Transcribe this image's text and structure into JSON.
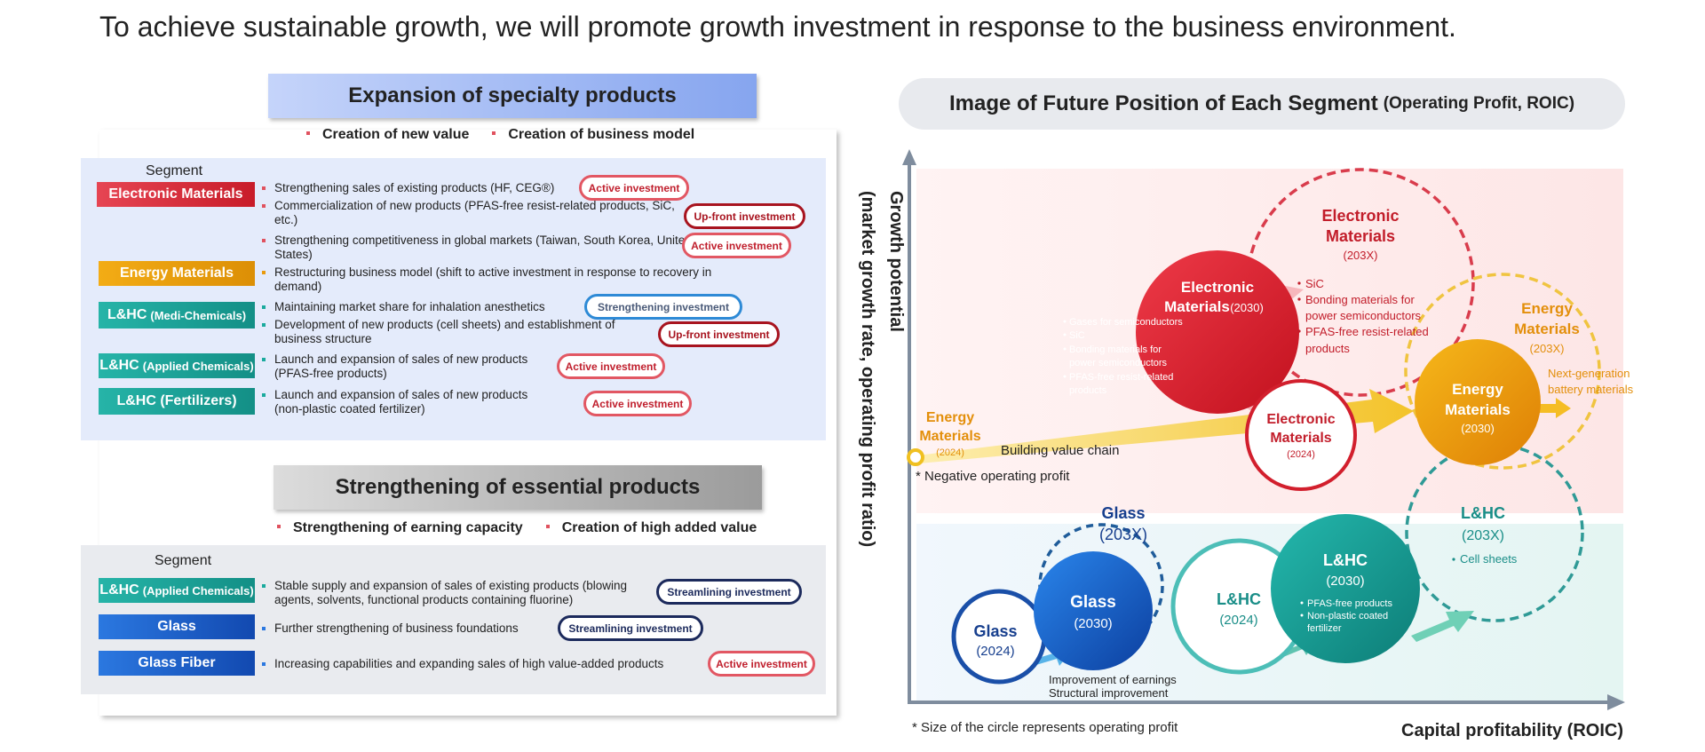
{
  "headline": "To achieve sustainable growth, we will promote growth investment in response to the business environment.",
  "specialty": {
    "title": "Expansion of specialty products",
    "sub1": "Creation of new value",
    "sub2": "Creation of business model",
    "segment_header": "Segment",
    "segments": {
      "electronic": "Electronic Materials",
      "energy": "Energy Materials",
      "lhc_medi": "L&HC",
      "lhc_medi_small": "(Medi-Chemicals)",
      "lhc_applied": "L&HC",
      "lhc_applied_small": "(Applied Chemicals)",
      "lhc_fert": "L&HC (Fertilizers)"
    },
    "items": [
      {
        "text": "Strengthening sales of existing products (HF, CEG®)",
        "pill": "Active investment"
      },
      {
        "text": "Commercialization of new products (PFAS-free resist-related products, SiC, etc.)",
        "pill": "Up-front investment"
      },
      {
        "text": "Strengthening competitiveness in global markets (Taiwan, South Korea, United States)",
        "pill": "Active investment"
      },
      {
        "text": "Restructuring business model (shift to active investment in response to recovery in demand)",
        "pill": ""
      },
      {
        "text": "Maintaining market share for inhalation anesthetics",
        "pill": "Strengthening investment"
      },
      {
        "text": "Development of new products (cell sheets) and establishment of business structure",
        "pill": "Up-front investment"
      },
      {
        "text": "Launch and expansion of sales of new products (PFAS-free products)",
        "pill": "Active investment"
      },
      {
        "text": "Launch and expansion of sales of new products (non-plastic coated fertilizer)",
        "pill": "Active investment"
      }
    ]
  },
  "essential": {
    "title": "Strengthening of essential products",
    "sub1": "Strengthening of earning capacity",
    "sub2": "Creation of high added value",
    "segment_header": "Segment",
    "segments": {
      "lhc_applied": "L&HC",
      "lhc_applied_small": "(Applied Chemicals)",
      "glass": "Glass",
      "glass_fiber": "Glass Fiber"
    },
    "items": [
      {
        "text": "Stable supply and expansion of sales of existing products (blowing agents, solvents, functional products containing fluorine)",
        "pill": "Streamlining investment"
      },
      {
        "text": "Further strengthening of business foundations",
        "pill": "Streamlining investment"
      },
      {
        "text": "Increasing capabilities and expanding sales of high value-added products",
        "pill": "Active investment"
      }
    ]
  },
  "future": {
    "title": "Image of Future Position of Each Segment",
    "title_note": "(Operating Profit, ROIC)",
    "y_axis_line1": "Growth potential",
    "y_axis_line2": "(market growth rate, operating profit ratio)",
    "x_axis": "Capital profitability (ROIC)",
    "size_note": "* Size of the circle represents operating profit",
    "neg_note": "* Negative operating profit",
    "value_chain": "Building value chain",
    "next_gen_1": "Next-generation",
    "next_gen_2": "battery materials",
    "improve_1": "Improvement of earnings",
    "improve_2": "Structural improvement",
    "em2030": {
      "l1": "Electronic",
      "l2": "Materials",
      "yr": "(2030)",
      "b": [
        "Gases for semiconductors",
        "SiC",
        "Bonding materials for",
        "power semiconductors",
        "PFAS-free resist-related",
        "products"
      ]
    },
    "em203x": {
      "l1": "Electronic",
      "l2": "Materials",
      "yr": "(203X)",
      "b": [
        "SiC",
        "Bonding materials for",
        "power semiconductors",
        "PFAS-free resist-related",
        "products"
      ]
    },
    "em2024": {
      "l1": "Electronic",
      "l2": "Materials",
      "yr": "(2024)"
    },
    "en2024": {
      "l1": "Energy",
      "l2": "Materials",
      "yr": "(2024)"
    },
    "en2030": {
      "l1": "Energy",
      "l2": "Materials",
      "yr": "(2030)"
    },
    "en203x": {
      "l1": "Energy",
      "l2": "Materials",
      "yr": "(203X)"
    },
    "gl2024": {
      "l1": "Glass",
      "yr": "(2024)"
    },
    "gl2030": {
      "l1": "Glass",
      "yr": "(2030)"
    },
    "gl203x": {
      "l1": "Glass",
      "yr": "(203X)"
    },
    "lh2024": {
      "l1": "L&HC",
      "yr": "(2024)"
    },
    "lh2030": {
      "l1": "L&HC",
      "yr": "(2030)",
      "b": [
        "PFAS-free products",
        "Non-plastic coated",
        "fertilizer"
      ]
    },
    "lh203x": {
      "l1": "L&HC",
      "yr": "(203X)",
      "b": [
        "Cell sheets"
      ]
    }
  },
  "colors": {
    "electronic": "#d92b37",
    "energy": "#e99a0c",
    "lhc": "#1aaa9d",
    "glass": "#1a58c8",
    "glass_fiber": "#1a4bb0"
  }
}
